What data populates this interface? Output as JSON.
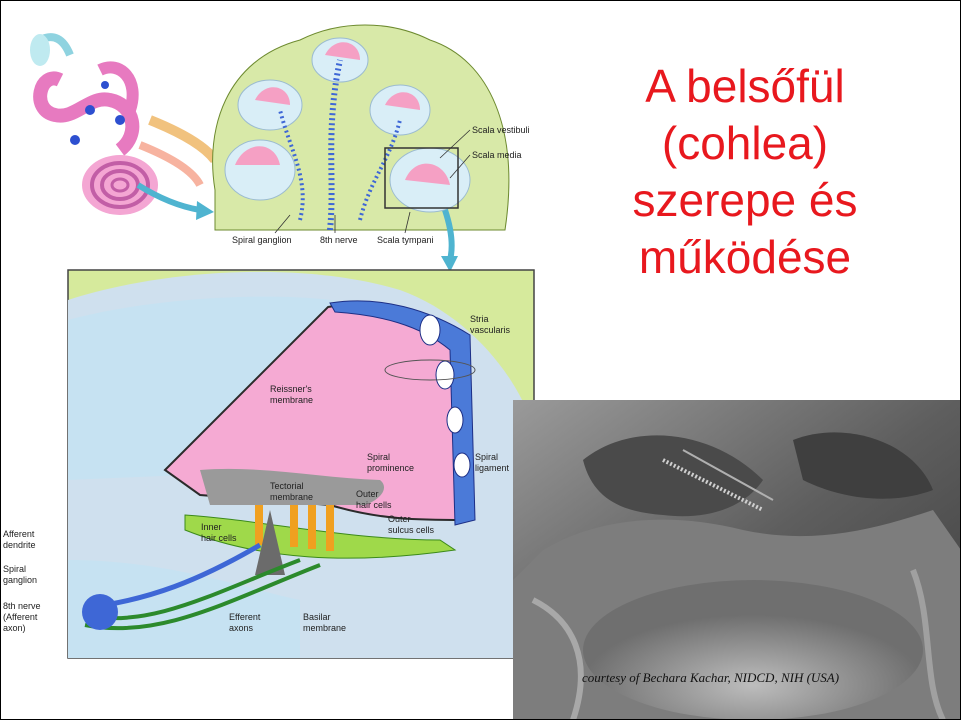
{
  "title": {
    "lines": [
      "A belsőfül",
      "(cohlea)",
      "szerepe és",
      "működése"
    ],
    "color": "#e8181e"
  },
  "cross_section_labels": {
    "scala_vestibuli": "Scala vestibuli",
    "scala_media": "Scala media",
    "spiral_ganglion": "Spiral ganglion",
    "eighth_nerve": "8th nerve",
    "scala_tympani": "Scala tympani"
  },
  "organ_of_corti_labels": {
    "stria_1": "Stria",
    "stria_2": "vascularis",
    "reissner_1": "Reissner's",
    "reissner_2": "membrane",
    "spiral_prom_1": "Spiral",
    "spiral_prom_2": "prominence",
    "spiral_lig_1": "Spiral",
    "spiral_lig_2": "ligament",
    "tectorial_1": "Tectorial",
    "tectorial_2": "membrane",
    "outer_hair_1": "Outer",
    "outer_hair_2": "hair cells",
    "outer_sulcus_1": "Outer",
    "outer_sulcus_2": "sulcus cells",
    "inner_hair_1": "Inner",
    "inner_hair_2": "hair cells",
    "afferent_dendrite_1": "Afferent",
    "afferent_dendrite_2": "dendrite",
    "spiral_ganglion_1": "Spiral",
    "spiral_ganglion_2": "ganglion",
    "eighth_nerve_1": "8th nerve",
    "eighth_nerve_2": "(Afferent",
    "eighth_nerve_3": "axon)",
    "efferent_1": "Efferent",
    "efferent_2": "axons",
    "basilar_1": "Basilar",
    "basilar_2": "membrane"
  },
  "photo_credit": "courtesy of Bechara Kachar, NIDCD, NIH (USA)"
}
